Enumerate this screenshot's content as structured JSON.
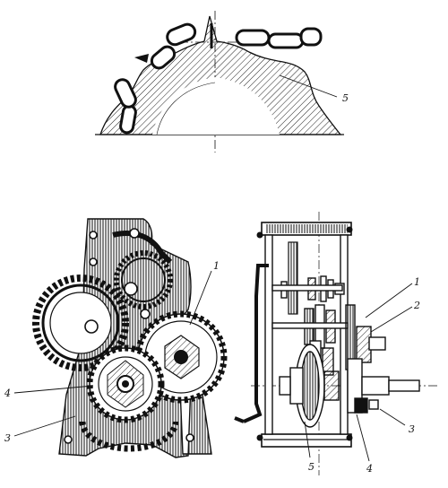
{
  "figure": {
    "top_view": {
      "callouts": [
        {
          "id": "sprocket",
          "text": "5"
        }
      ]
    },
    "front_view": {
      "callouts": [
        {
          "id": "large-gear",
          "text": "1"
        },
        {
          "id": "small-gear",
          "text": "4"
        },
        {
          "id": "base",
          "text": "3"
        }
      ]
    },
    "side_view": {
      "callouts": [
        {
          "id": "shaft-1",
          "text": "1"
        },
        {
          "id": "shaft-2",
          "text": "2"
        },
        {
          "id": "shaft-3",
          "text": "3"
        },
        {
          "id": "shaft-4",
          "text": "4"
        },
        {
          "id": "drum-5",
          "text": "5"
        }
      ]
    }
  }
}
